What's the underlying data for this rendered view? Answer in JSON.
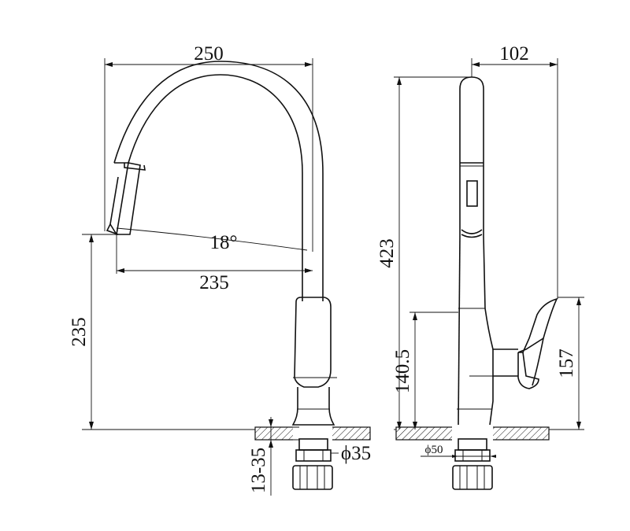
{
  "front_view": {
    "width_label": "250",
    "angle_label": "18°",
    "reach_label": "235",
    "height_label": "235",
    "adjust_label": "13-35",
    "hole_label": "ϕ35"
  },
  "side_view": {
    "depth_label": "102",
    "total_height_label": "423",
    "handle_height_label": "140.5",
    "handle_top_label": "157",
    "base_label": "ϕ50"
  }
}
